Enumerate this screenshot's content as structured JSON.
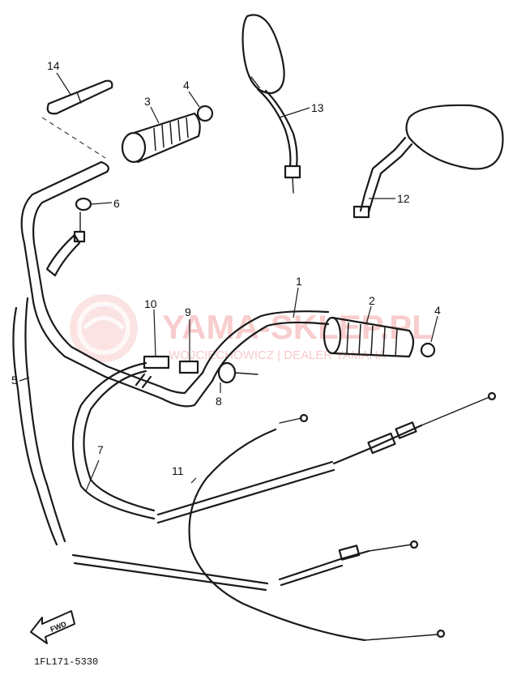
{
  "watermark": {
    "title": "YAMA-SKLEP.PL",
    "subtitle": "WOJCIECHOWICZ | DEALER YAMAHA",
    "color": "#f4a6a6"
  },
  "callouts": [
    "1",
    "2",
    "3",
    "4",
    "4",
    "5",
    "6",
    "7",
    "8",
    "9",
    "10",
    "11",
    "12",
    "13",
    "14"
  ],
  "footer": {
    "drawing_code": "1FL171-5330",
    "forward_label": "FWD"
  }
}
